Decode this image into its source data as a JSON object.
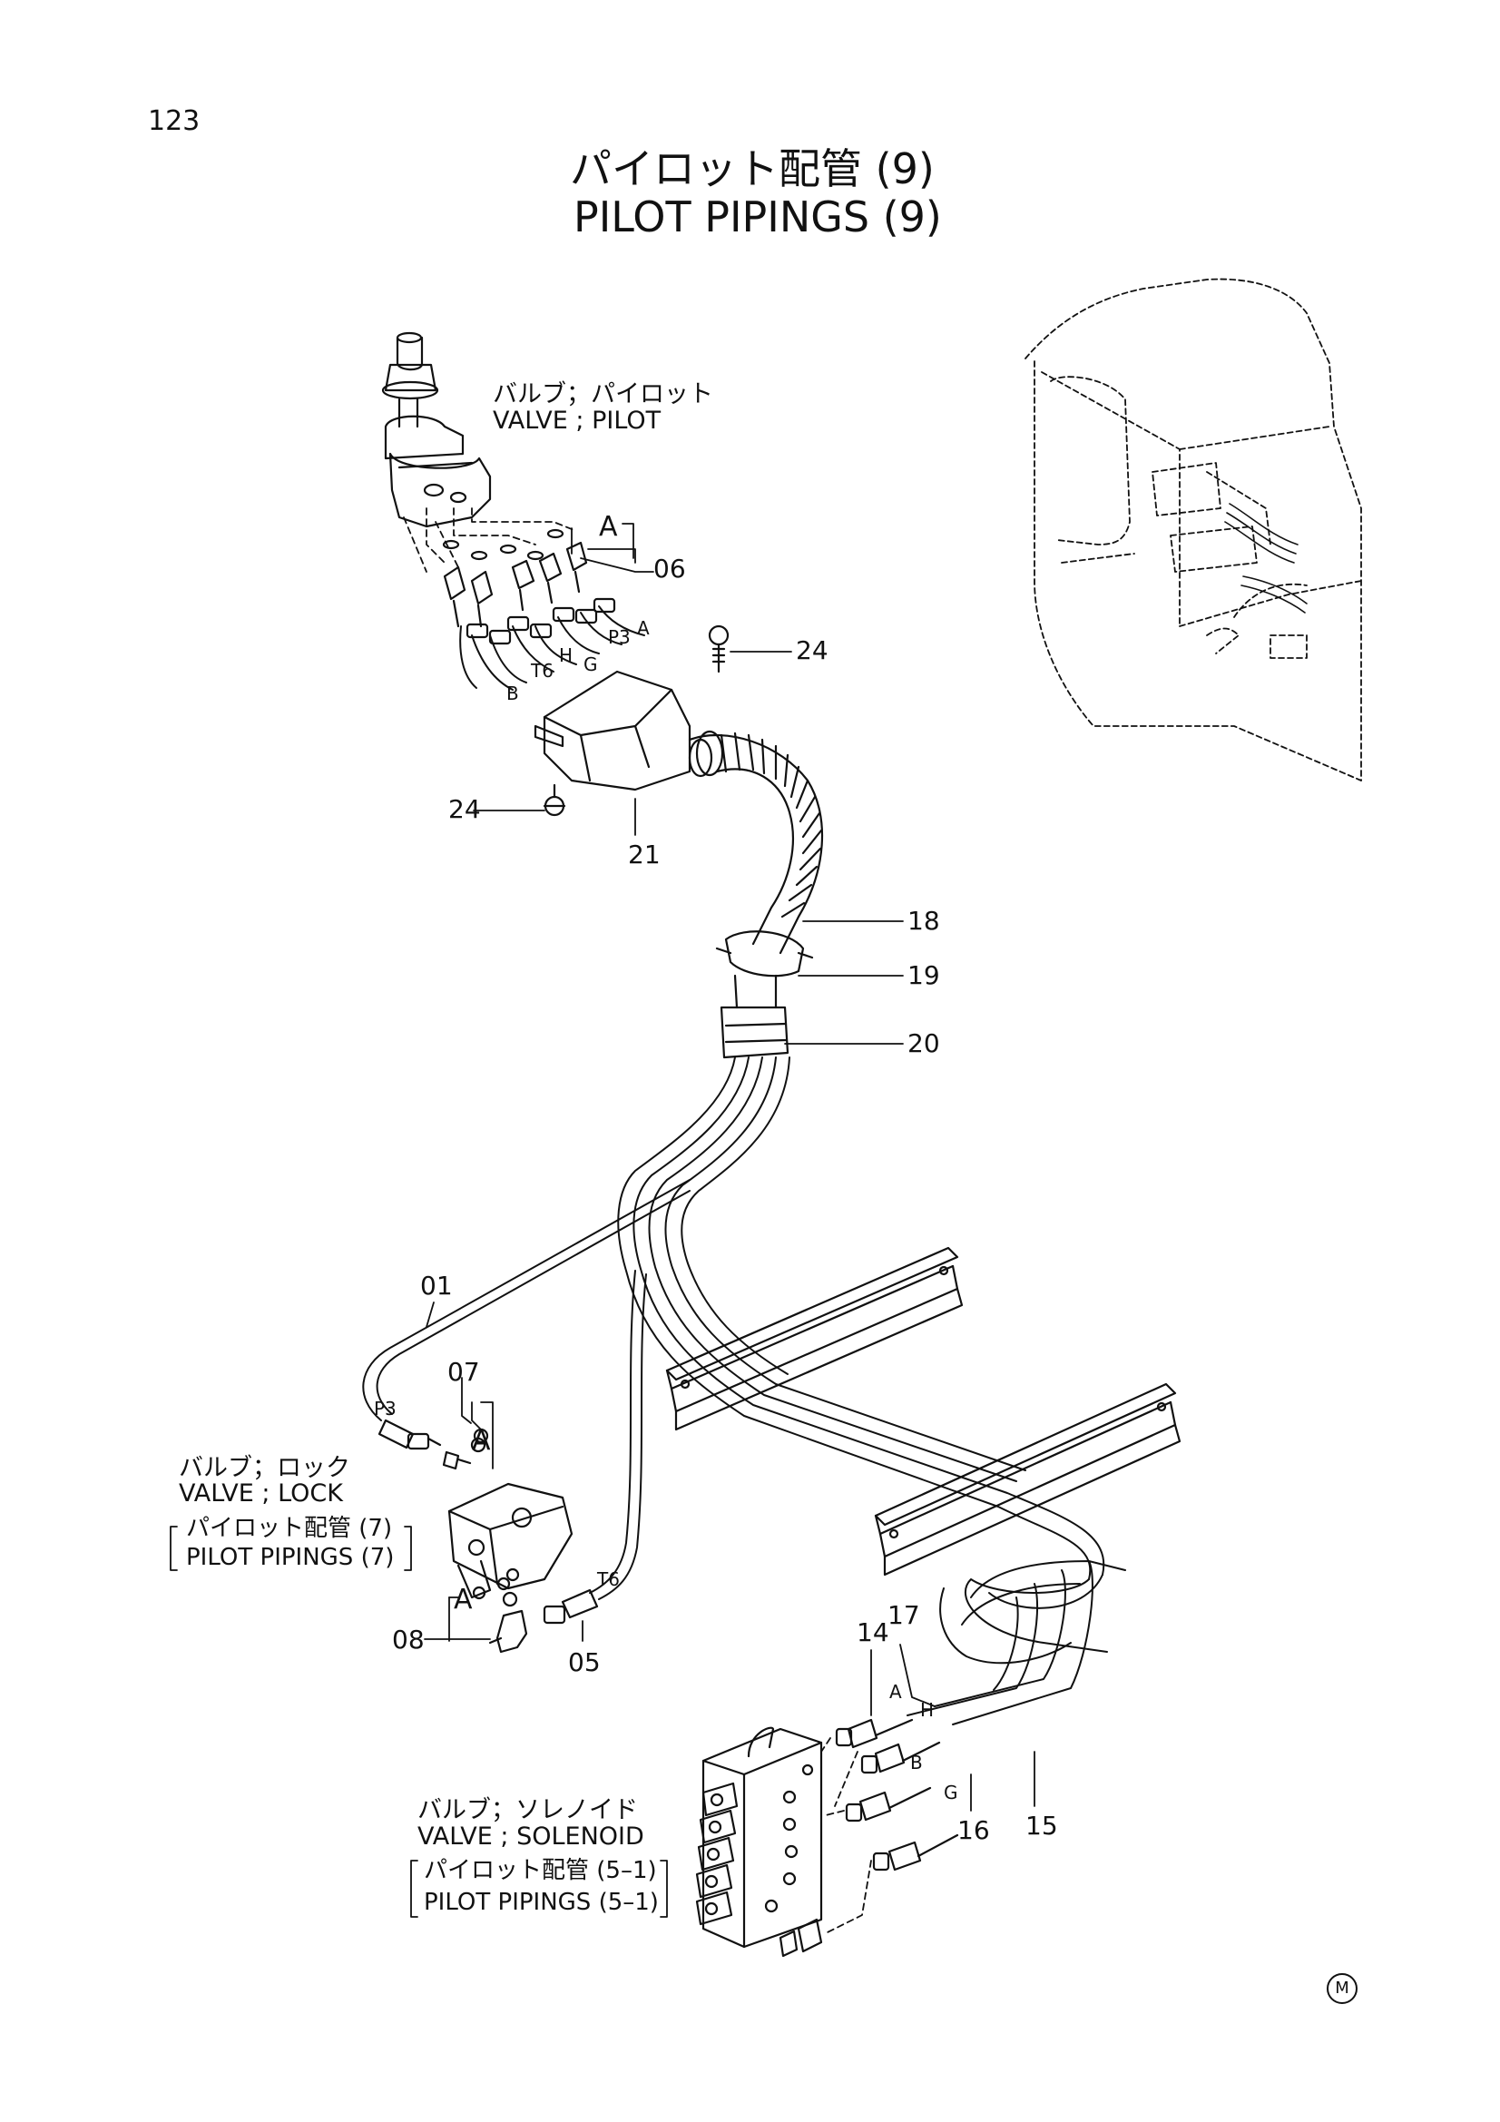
{
  "page": {
    "number": "123",
    "title_jp": "パイロット配管 (9)",
    "title_en": "PILOT PIPINGS (9)"
  },
  "components": {
    "pilot_valve": {
      "jp": "バルブ；パイロット",
      "en": "VALVE ; PILOT"
    },
    "lock_valve": {
      "jp": "バルブ；ロック",
      "en": "VALVE ; LOCK",
      "ref_jp": "パイロット配管 (7)",
      "ref_en": "PILOT PIPINGS (7)"
    },
    "solenoid_valve": {
      "jp": "バルブ；ソレノイド",
      "en": "VALVE ; SOLENOID",
      "ref_jp": "パイロット配管 (5–1)",
      "ref_en": "PILOT PIPINGS (5–1)"
    }
  },
  "callouts": {
    "c01": "01",
    "c05": "05",
    "c06": "06",
    "c07": "07",
    "c08": "08",
    "c14": "14",
    "c15": "15",
    "c16": "16",
    "c17": "17",
    "c18": "18",
    "c19": "19",
    "c20": "20",
    "c21": "21",
    "c24a": "24",
    "c24b": "24"
  },
  "detail_markers": {
    "a1": "A",
    "a2": "A",
    "a3": "A"
  },
  "port_labels": {
    "p3_top": "P3",
    "a_top": "A",
    "h_top": "H",
    "g_top": "G",
    "t6_top": "T6",
    "b_top": "B",
    "p3_lock": "P3",
    "t6_lock": "T6",
    "a_sol": "A",
    "h_sol": "H",
    "b_sol": "B",
    "g_sol": "G"
  },
  "mark": "M"
}
